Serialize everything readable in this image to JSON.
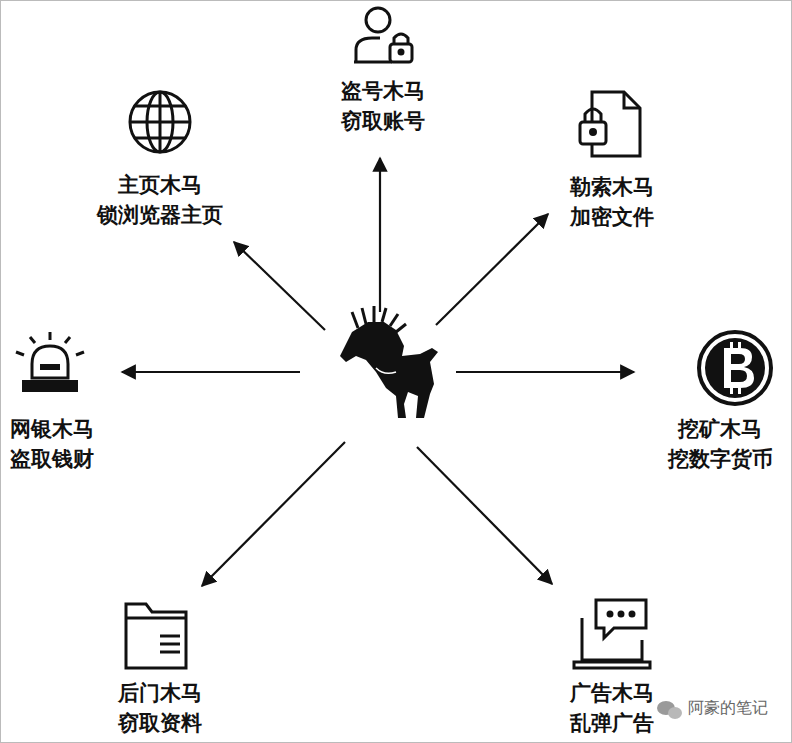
{
  "diagram": {
    "nodes": [
      {
        "text": [
          "盗号木马",
          "窃取账号"
        ]
      },
      {
        "text": [
          "主页木马",
          "锁浏览器主页"
        ]
      },
      {
        "text": [
          "勒索木马",
          "加密文件"
        ]
      },
      {
        "text": [
          "网银木马",
          "盗取钱财"
        ]
      },
      {
        "text": [
          "挖矿木马",
          "挖数字货币"
        ]
      },
      {
        "text": [
          "后门木马",
          "窃取资料"
        ]
      },
      {
        "text": [
          "广告木马",
          "乱弹广告"
        ]
      }
    ],
    "labels": [
      "阿豪的笔记"
    ]
  }
}
